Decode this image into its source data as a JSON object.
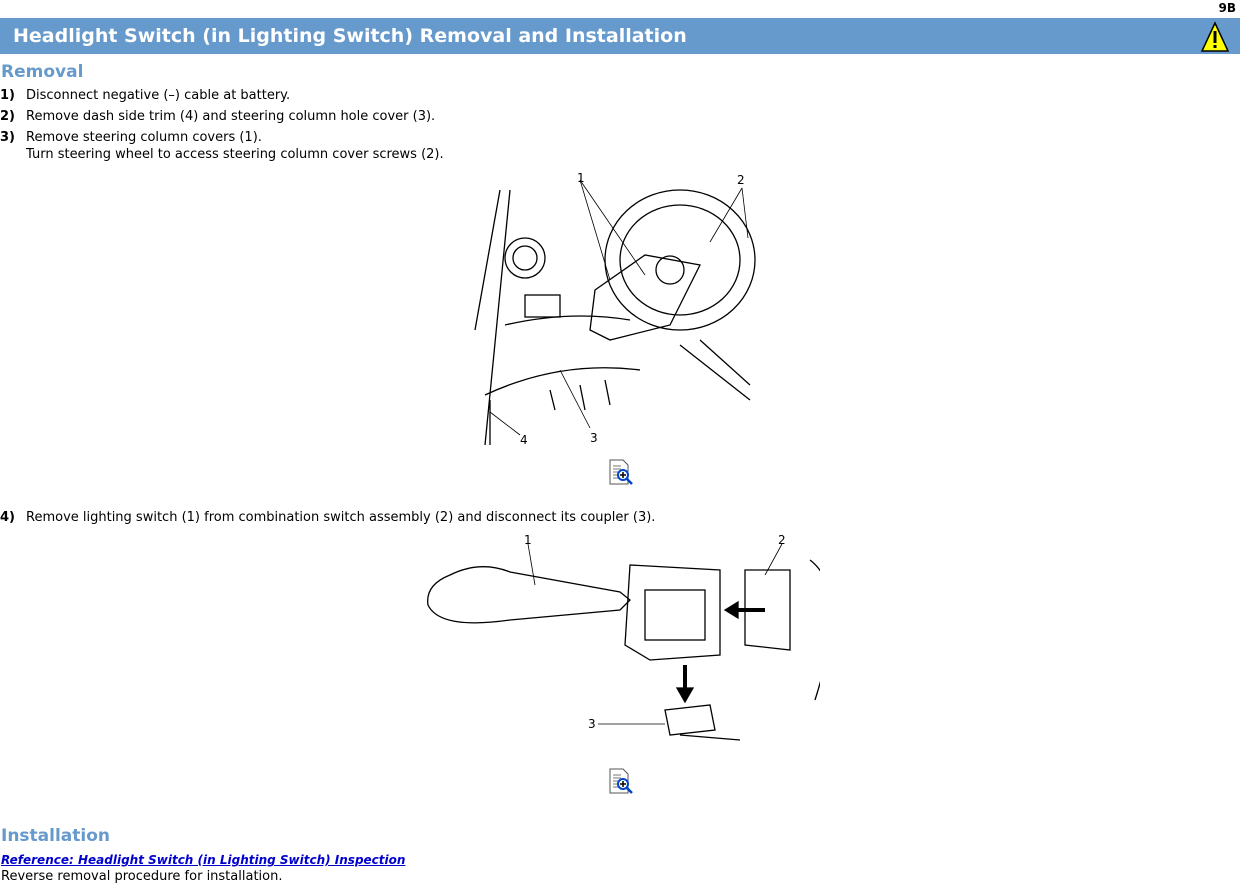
{
  "page_number": "9B",
  "title": "Headlight Switch (in Lighting Switch) Removal and Installation",
  "removal": {
    "heading": "Removal",
    "steps": [
      {
        "num": "1)",
        "text": "Disconnect negative (–) cable at battery."
      },
      {
        "num": "2)",
        "text": "Remove dash side trim (4) and steering column hole cover (3)."
      },
      {
        "num": "3)",
        "text": "Remove steering column covers (1).",
        "note": "Turn steering wheel to access steering column cover screws (2)."
      },
      {
        "num": "4)",
        "text": "Remove lighting switch (1) from combination switch assembly (2) and disconnect its coupler (3)."
      }
    ]
  },
  "figure1": {
    "callouts": [
      "1",
      "2",
      "3",
      "4"
    ]
  },
  "figure2": {
    "callouts": [
      "1",
      "2",
      "3"
    ]
  },
  "installation": {
    "heading": "Installation",
    "link": "Reference: Headlight Switch (in Lighting Switch) Inspection",
    "text": "Reverse removal procedure for installation."
  }
}
